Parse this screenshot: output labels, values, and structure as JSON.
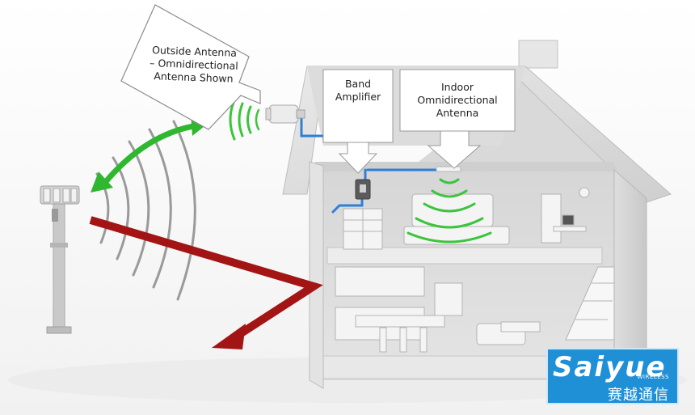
{
  "labels": {
    "outside_antenna_line1": "Outside Antenna",
    "outside_antenna_line2": "– Omnidirectional",
    "outside_antenna_line3": "Antenna Shown",
    "band_amplifier_line1": "Band",
    "band_amplifier_line2": "Amplifier",
    "indoor_antenna_line1": "Indoor",
    "indoor_antenna_line2": "Omnidirectional",
    "indoor_antenna_line3": "Antenna"
  },
  "logo": {
    "wordmark": "Saiyue",
    "subtitle": "WIRELESS",
    "chinese": "赛越通信"
  },
  "colors": {
    "cable": "#2f7fd8",
    "signal_wave": "#3cc43c",
    "cell_link_arrow": "#2fb82f",
    "blocked_signal_arrow": "#a31414",
    "logo_background": "#1f8fd6"
  }
}
